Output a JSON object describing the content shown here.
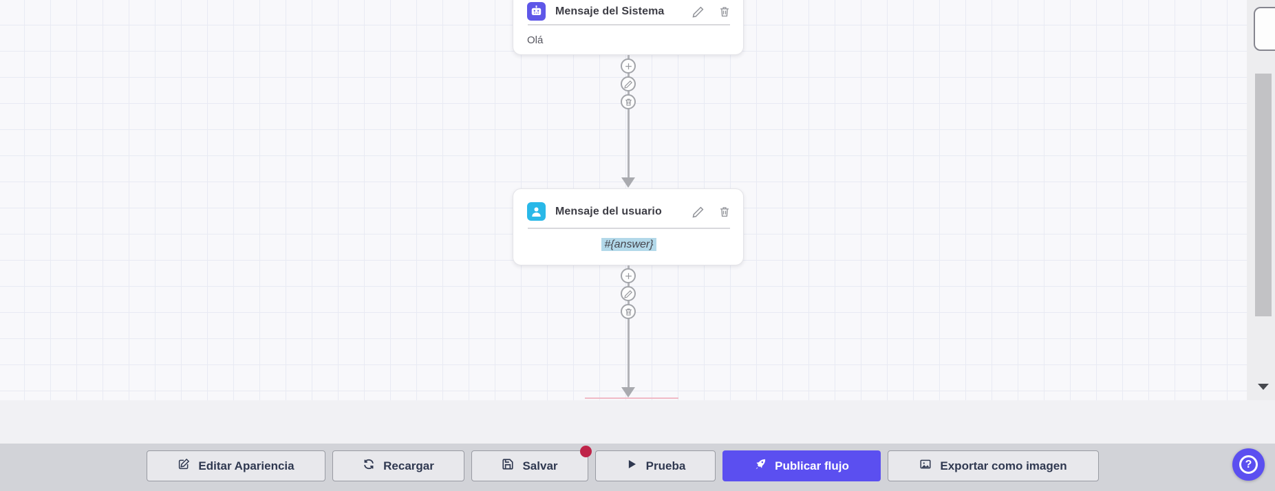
{
  "canvas": {
    "nodes": [
      {
        "title": "Mensaje del Sistema",
        "body": "Olá",
        "icon": "robot-icon",
        "icon_color": "#5E57E8"
      },
      {
        "title": "Mensaje del usuario",
        "body": "#{answer}",
        "icon": "user-icon",
        "icon_color": "#29B8E8",
        "body_highlight_color": "#B2D8E9"
      }
    ],
    "node_actions": [
      "edit",
      "delete"
    ],
    "connector_actions": [
      "add-node",
      "edit-connection",
      "delete-connection"
    ]
  },
  "toolbar": {
    "buttons": [
      {
        "label": "Editar Apariencia",
        "icon": "edit-square-icon"
      },
      {
        "label": "Recargar",
        "icon": "refresh-icon"
      },
      {
        "label": "Salvar",
        "icon": "save-icon",
        "has_notification_badge": true
      },
      {
        "label": "Prueba",
        "icon": "play-icon"
      },
      {
        "label": "Publicar flujo",
        "icon": "rocket-icon",
        "primary": true
      },
      {
        "label": "Exportar como imagen",
        "icon": "image-icon"
      }
    ]
  },
  "help_button": {
    "label": "?",
    "icon": "question-mark-icon"
  },
  "colors": {
    "primary": "#5B4FF0",
    "system_node_icon": "#5E57E8",
    "user_node_icon": "#29B8E8",
    "notification_badge": "#BF2449",
    "body_highlight": "#B2D8E9",
    "toolbar_background": "#D2D3D8"
  }
}
